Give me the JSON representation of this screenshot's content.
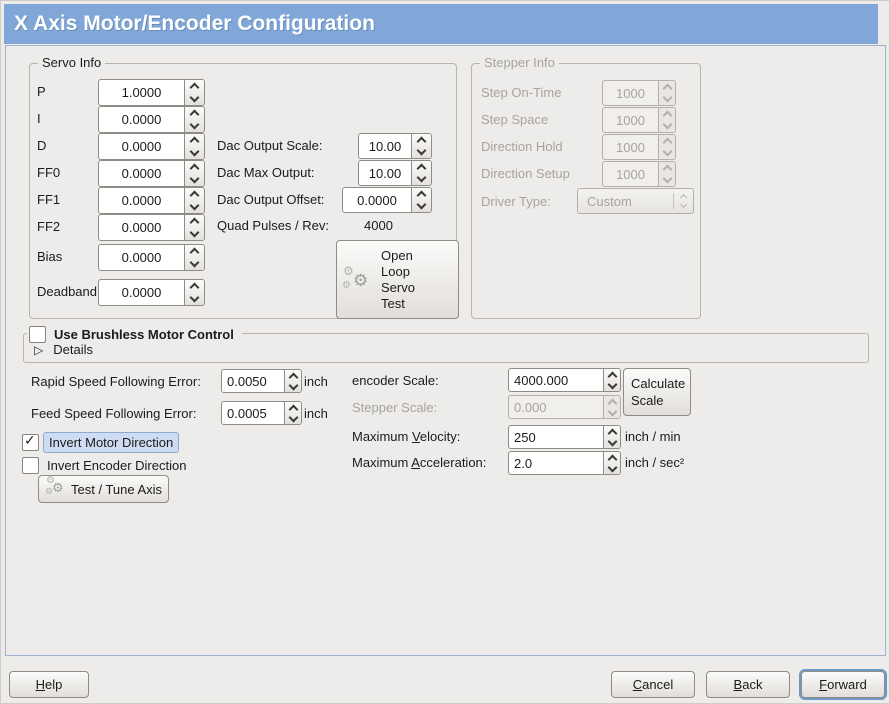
{
  "colors": {
    "title_bar": "#80a7d8",
    "window_bg": "#edecea",
    "panel_border": "#9db3d1",
    "focus_highlight_bg": "#cddcf2",
    "focus_highlight_border": "#90a9cf",
    "focus_ring": "#6d96c9"
  },
  "title": "X Axis Motor/Encoder Configuration",
  "servo": {
    "legend": "Servo Info",
    "params": [
      {
        "label": "P",
        "value": "1.0000"
      },
      {
        "label": "I",
        "value": "0.0000"
      },
      {
        "label": "D",
        "value": "0.0000"
      },
      {
        "label": "FF0",
        "value": "0.0000"
      },
      {
        "label": "FF1",
        "value": "0.0000"
      },
      {
        "label": "FF2",
        "value": "0.0000"
      },
      {
        "label": "Bias",
        "value": "0.0000"
      },
      {
        "label": "Deadband",
        "value": "0.0000"
      }
    ],
    "dac": [
      {
        "label": "Dac Output Scale:",
        "value": "10.00"
      },
      {
        "label": "Dac Max Output:",
        "value": "10.00"
      },
      {
        "label": "Dac Output Offset:",
        "value": "0.0000"
      }
    ],
    "quad_label": "Quad Pulses / Rev:",
    "quad_value": "4000",
    "open_loop_button": "Open\nLoop\nServo\nTest"
  },
  "stepper": {
    "legend": "Stepper Info",
    "params": [
      {
        "label": "Step On-Time",
        "value": "1000"
      },
      {
        "label": "Step Space",
        "value": "1000"
      },
      {
        "label": "Direction Hold",
        "value": "1000"
      },
      {
        "label": "Direction Setup",
        "value": "1000"
      }
    ],
    "driver_type_label": "Driver Type:",
    "driver_type_value": "Custom"
  },
  "brushless": {
    "checkbox_label": "Use Brushless Motor Control",
    "checked": false,
    "details_label": "Details"
  },
  "following_error": {
    "rapid_label": "Rapid Speed Following Error:",
    "rapid_value": "0.0050",
    "rapid_unit": "inch",
    "feed_label": "Feed Speed Following Error:",
    "feed_value": "0.0005",
    "feed_unit": "inch"
  },
  "scale": {
    "encoder_label": "encoder Scale:",
    "encoder_value": "4000.000",
    "stepper_label": "Stepper Scale:",
    "stepper_value": "0.000",
    "calculate_button": "Calculate\nScale",
    "velocity_label": {
      "pre": "Maximum ",
      "key": "V",
      "post": "elocity:"
    },
    "velocity_value": "250",
    "velocity_unit": "inch / min",
    "accel_label": {
      "pre": "Maximum ",
      "key": "A",
      "post": "cceleration:"
    },
    "accel_value": "2.0",
    "accel_unit": "inch / sec²"
  },
  "direction": {
    "invert_motor_label": "Invert Motor Direction",
    "invert_motor_checked": true,
    "invert_encoder_label": "Invert Encoder Direction",
    "invert_encoder_checked": false,
    "test_tune_button": "Test / Tune Axis"
  },
  "nav": {
    "help": {
      "pre": "",
      "key": "H",
      "post": "elp"
    },
    "cancel": {
      "pre": "",
      "key": "C",
      "post": "ancel"
    },
    "back": {
      "pre": "",
      "key": "B",
      "post": "ack"
    },
    "forward": {
      "pre": "",
      "key": "F",
      "post": "orward"
    }
  },
  "icons": {
    "gear": "⚙",
    "expander_collapsed": "▷",
    "checkmark": "✓"
  }
}
